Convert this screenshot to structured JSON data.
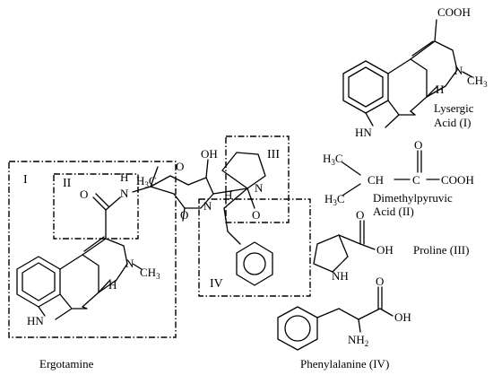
{
  "diagram": {
    "compounds": {
      "ergotamine": "Ergotamine",
      "lysergic_acid": [
        "Lysergic",
        "Acid (I)"
      ],
      "dimethylpyruvic_acid": [
        "Dimethylpyruvic",
        "Acid (II)"
      ],
      "proline": "Proline (III)",
      "phenylalanine": "Phenylalanine (IV)"
    },
    "region_labels": [
      "I",
      "II",
      "III",
      "IV"
    ],
    "atoms": {
      "cooh": "COOH",
      "n": "N",
      "ch3": "CH",
      "sub3": "3",
      "h": "H",
      "hn": "HN",
      "h3c": "H",
      "c_atom": "C",
      "ch": "CH",
      "o": "O",
      "oh": "OH",
      "nh": "NH",
      "nh2": "NH",
      "sub2": "2",
      "h_ch3_label": "H"
    }
  }
}
